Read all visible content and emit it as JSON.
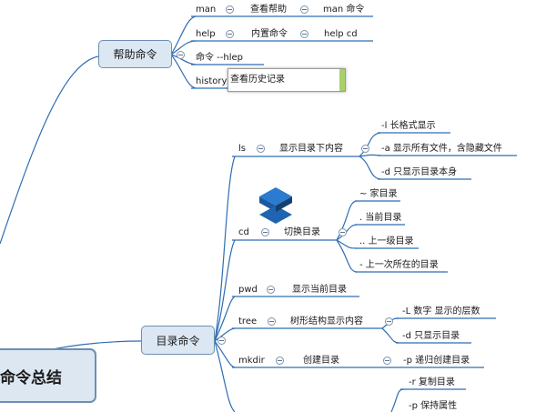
{
  "root": {
    "label": "命令总结"
  },
  "help_branch": {
    "label": "帮助命令",
    "rows": [
      {
        "cmd": "man",
        "desc": "查看帮助",
        "extra": "man 命令"
      },
      {
        "cmd": "help",
        "desc": "内置命令",
        "extra": "help cd"
      },
      {
        "cmd": "命令 --hlep"
      },
      {
        "cmd": "history",
        "edit_value": "查看历史记录"
      }
    ]
  },
  "dir_branch": {
    "label": "目录命令",
    "ls": {
      "cmd": "ls",
      "desc": "显示目录下内容",
      "opts": [
        "-l 长格式显示",
        "-a 显示所有文件，含隐藏文件",
        "-d 只显示目录本身"
      ]
    },
    "cd": {
      "cmd": "cd",
      "desc": "切换目录",
      "opts": [
        "~ 家目录",
        ". 当前目录",
        ".. 上一级目录",
        "- 上一次所在的目录"
      ]
    },
    "pwd": {
      "cmd": "pwd",
      "desc": "显示当前目录"
    },
    "tree": {
      "cmd": "tree",
      "desc": "树形结构显示内容",
      "opts": [
        "-L 数字 显示的层数",
        "-d 只显示目录"
      ]
    },
    "mkdir": {
      "cmd": "mkdir",
      "desc": "创建目录",
      "opts": [
        "-p 递归创建目录"
      ]
    },
    "cp": {
      "opts": [
        "-r 复制目录",
        "-p 保持属性"
      ]
    }
  },
  "colors": {
    "line": "#2f6db3",
    "node_fill": "#dbe7f3",
    "node_border": "#6d8fb1",
    "logo": "#1f64b0"
  }
}
